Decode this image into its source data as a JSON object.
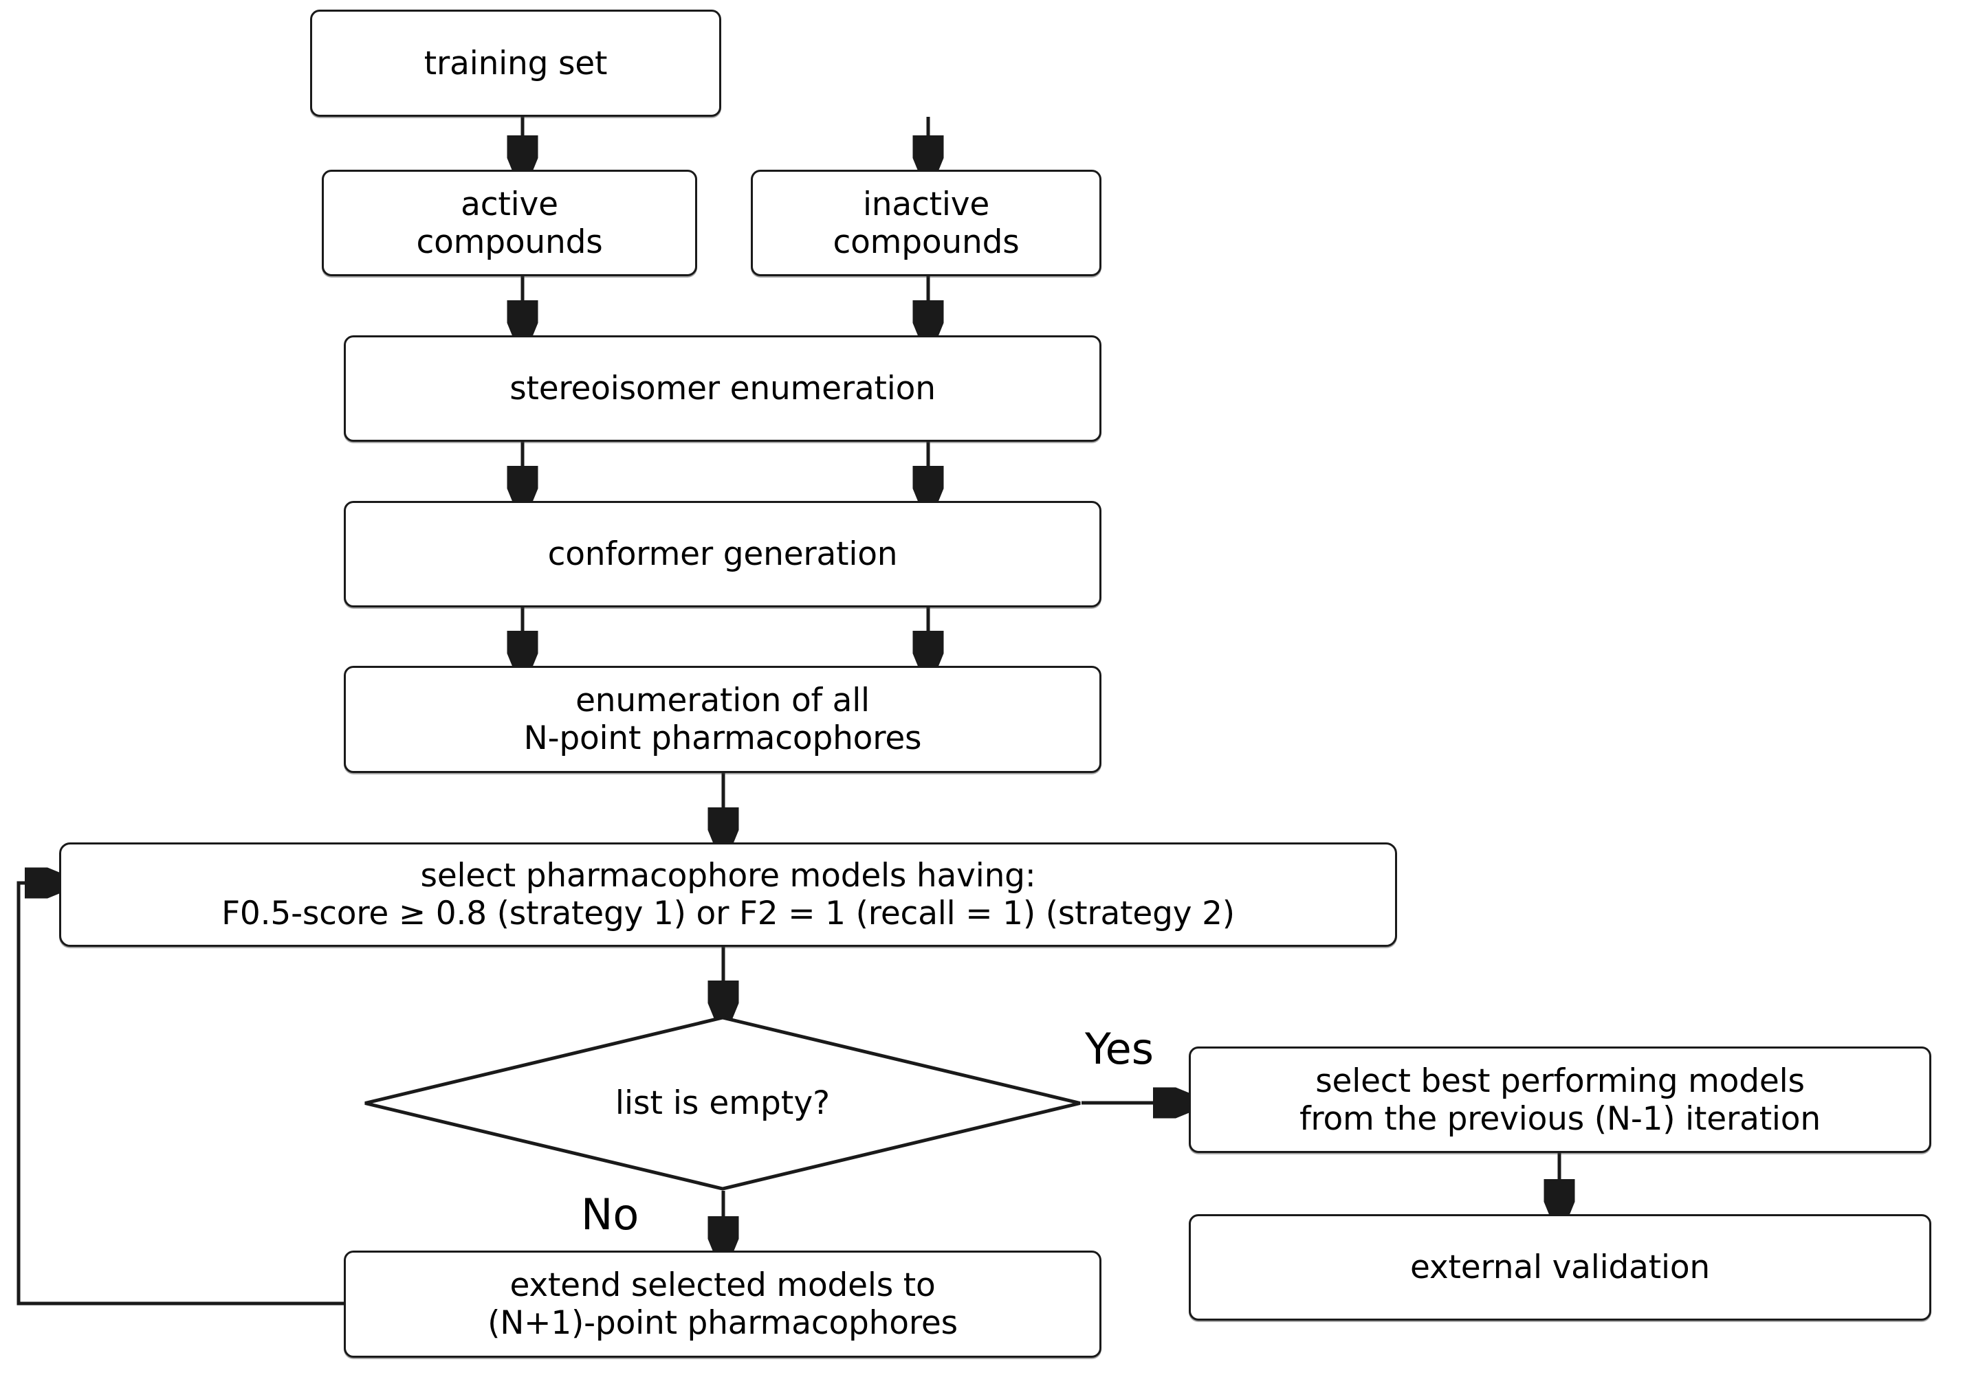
{
  "diagram": {
    "title": "pharmacophore model generation and selection workflow",
    "type": "flowchart",
    "background_color": "#ffffff",
    "line_color": "#1a1a1a",
    "text_color": "#000000"
  },
  "nodes": {
    "training_set": {
      "label": "training set",
      "shape": "rounded-rectangle"
    },
    "active_compounds": {
      "label": "active\ncompounds",
      "shape": "rounded-rectangle"
    },
    "inactive_compounds": {
      "label": "inactive\ncompounds",
      "shape": "rounded-rectangle"
    },
    "stereoisomer_enumeration": {
      "label": "stereoisomer enumeration",
      "shape": "rounded-rectangle"
    },
    "conformer_generation": {
      "label": "conformer generation",
      "shape": "rounded-rectangle"
    },
    "enumeration_pharmacophores": {
      "label": "enumeration of all\nN-point pharmacophores",
      "shape": "rounded-rectangle"
    },
    "select_models": {
      "label": "select pharmacophore models having:\nF0.5-score ≥ 0.8 (strategy 1) or F2 = 1 (recall = 1) (strategy 2)",
      "shape": "rounded-rectangle"
    },
    "list_is_empty": {
      "label": "list is empty?",
      "shape": "diamond"
    },
    "select_best_models": {
      "label": "select best performing models\nfrom the previous (N-1) iteration",
      "shape": "rounded-rectangle"
    },
    "external_validation": {
      "label": "external validation",
      "shape": "rounded-rectangle"
    },
    "extend_models": {
      "label": "extend selected models to\n(N+1)-point pharmacophores",
      "shape": "rounded-rectangle"
    }
  },
  "edge_labels": {
    "yes": "Yes",
    "no": "No"
  },
  "edges": [
    {
      "from": "training_set",
      "to": "active_compounds",
      "label": ""
    },
    {
      "from": "training_set",
      "to": "inactive_compounds",
      "label": ""
    },
    {
      "from": "active_compounds",
      "to": "stereoisomer_enumeration",
      "label": ""
    },
    {
      "from": "inactive_compounds",
      "to": "stereoisomer_enumeration",
      "label": ""
    },
    {
      "from": "stereoisomer_enumeration",
      "to": "conformer_generation",
      "label": ""
    },
    {
      "from": "conformer_generation",
      "to": "enumeration_pharmacophores",
      "label": ""
    },
    {
      "from": "enumeration_pharmacophores",
      "to": "select_models",
      "label": ""
    },
    {
      "from": "select_models",
      "to": "list_is_empty",
      "label": ""
    },
    {
      "from": "list_is_empty",
      "to": "select_best_models",
      "label": "Yes"
    },
    {
      "from": "list_is_empty",
      "to": "extend_models",
      "label": "No"
    },
    {
      "from": "select_best_models",
      "to": "external_validation",
      "label": ""
    },
    {
      "from": "extend_models",
      "to": "select_models",
      "label": ""
    }
  ]
}
